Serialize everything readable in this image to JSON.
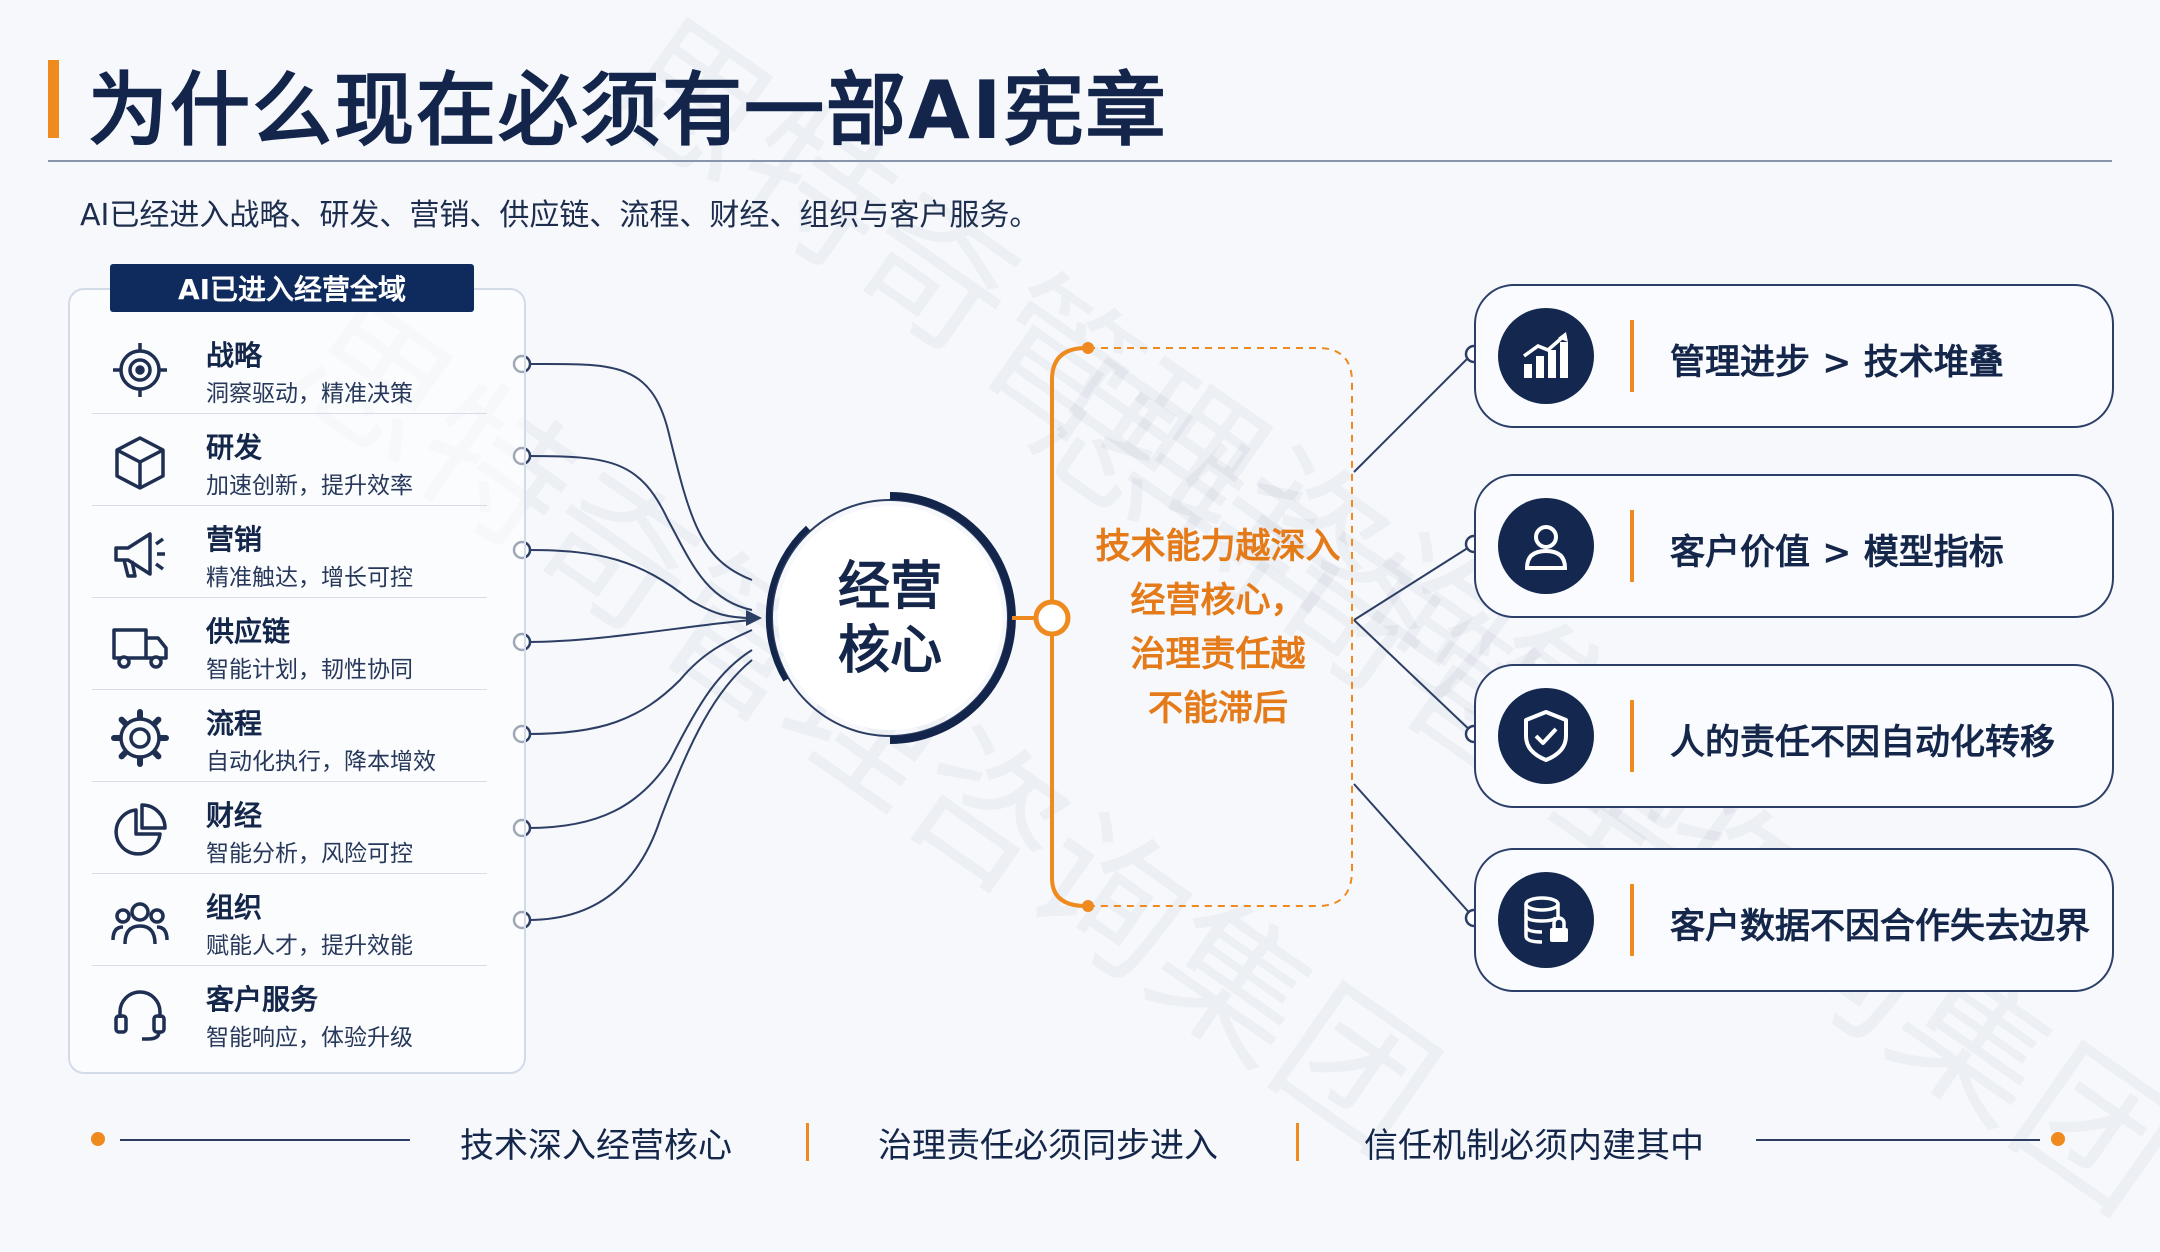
{
  "title": "为什么现在必须有一部AI宪章",
  "subtitle": "AI已经进入战略、研发、营销、供应链、流程、财经、组织与客户服务。",
  "watermark": "思特奇管理咨询集团",
  "panel_title": "AI已进入经营全域",
  "domains": [
    {
      "name": "战略",
      "desc": "洞察驱动，精准决策",
      "icon": "target-icon"
    },
    {
      "name": "研发",
      "desc": "加速创新，提升效率",
      "icon": "cube-icon"
    },
    {
      "name": "营销",
      "desc": "精准触达，增长可控",
      "icon": "megaphone-icon"
    },
    {
      "name": "供应链",
      "desc": "智能计划，韧性协同",
      "icon": "truck-icon"
    },
    {
      "name": "流程",
      "desc": "自动化执行，降本增效",
      "icon": "gear-icon"
    },
    {
      "name": "财经",
      "desc": "智能分析，风险可控",
      "icon": "pie-chart-icon"
    },
    {
      "name": "组织",
      "desc": "赋能人才，提升效能",
      "icon": "people-icon"
    },
    {
      "name": "客户服务",
      "desc": "智能响应，体验升级",
      "icon": "headset-icon"
    }
  ],
  "core": {
    "line1": "经营",
    "line2": "核心"
  },
  "message": [
    "技术能力越深入",
    "经营核心，",
    "治理责任越",
    "不能滞后"
  ],
  "principles": [
    {
      "text": "管理进步 > 技术堆叠",
      "icon": "growth-chart-icon"
    },
    {
      "text": "客户价值 > 模型指标",
      "icon": "user-icon"
    },
    {
      "text": "人的责任不因自动化转移",
      "icon": "shield-check-icon"
    },
    {
      "text": "客户数据不因合作失去边界",
      "icon": "database-lock-icon"
    }
  ],
  "footer": [
    "技术深入经营核心",
    "治理责任必须同步进入",
    "信任机制必须内建其中"
  ],
  "colors": {
    "navy": "#13254b",
    "orange": "#ef8a1f",
    "background": "#f6f8fc"
  }
}
